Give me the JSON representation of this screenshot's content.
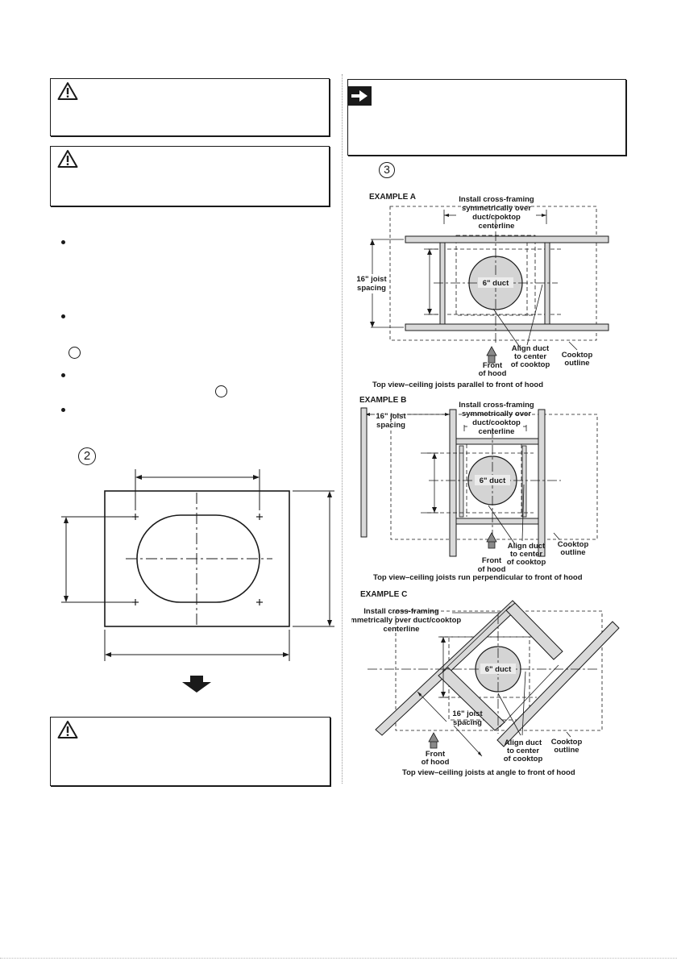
{
  "step_numbers": {
    "step2": "2",
    "step3": "3"
  },
  "example_a": {
    "heading": "EXAMPLE A",
    "cross_framing": [
      "Install cross-framing",
      "symmetrically over",
      "duct/cooktop",
      "centerline"
    ],
    "joist": [
      "16\" joist",
      "spacing"
    ],
    "duct": "6\" duct",
    "align": [
      "Align duct",
      "to center",
      "of cooktop"
    ],
    "front": [
      "Front",
      "of hood"
    ],
    "cooktop": [
      "Cooktop",
      "outline"
    ],
    "caption": "Top view–ceiling joists parallel to front of hood"
  },
  "example_b": {
    "heading": "EXAMPLE B",
    "cross_framing": [
      "Install cross-framing",
      "symmetrically over",
      "duct/cooktop",
      "centerline"
    ],
    "joist": [
      "16\" joist",
      "spacing"
    ],
    "duct": "6\" duct",
    "align": [
      "Align duct",
      "to center",
      "of cooktop"
    ],
    "front": [
      "Front",
      "of hood"
    ],
    "cooktop": [
      "Cooktop",
      "outline"
    ],
    "caption": "Top view–ceiling joists run perpendicular to front of hood"
  },
  "example_c": {
    "heading": "EXAMPLE C",
    "cross_framing": [
      "Install cross-framing",
      "symmetrically over duct/cooktop",
      "centerline"
    ],
    "joist": [
      "16\" joist",
      "spacing"
    ],
    "duct": "6\" duct",
    "align": [
      "Align duct",
      "to center",
      "of cooktop"
    ],
    "front": [
      "Front",
      "of hood"
    ],
    "cooktop": [
      "Cooktop",
      "outline"
    ],
    "caption": "Top view–ceiling joists at angle to front of hood"
  },
  "icons": {
    "warning": "warning-triangle-icon",
    "note": "right-arrow-icon",
    "down": "down-arrow-icon"
  }
}
